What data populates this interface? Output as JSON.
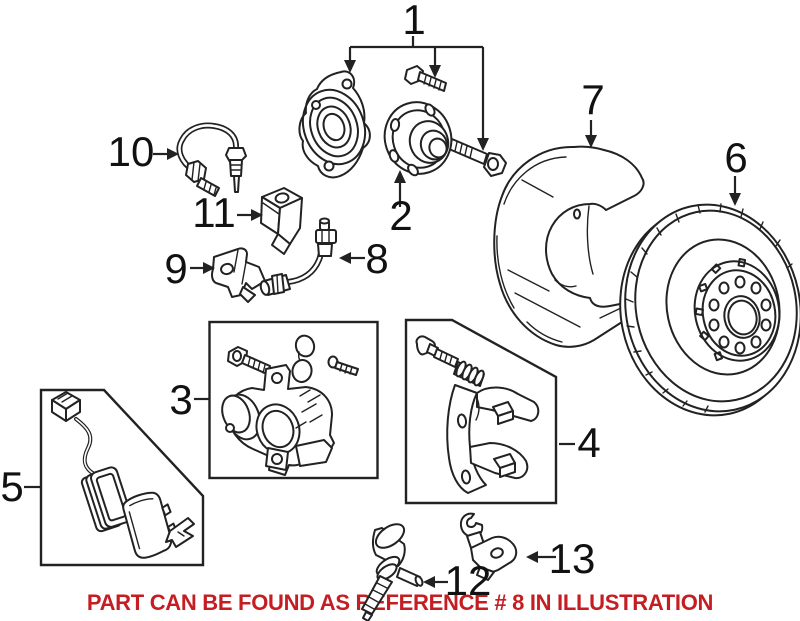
{
  "diagram": {
    "background_color": "#ffffff",
    "line_color": "#222222",
    "parts": [
      {
        "id": 1,
        "label": "1"
      },
      {
        "id": 2,
        "label": "2"
      },
      {
        "id": 3,
        "label": "3"
      },
      {
        "id": 4,
        "label": "4"
      },
      {
        "id": 5,
        "label": "5"
      },
      {
        "id": 6,
        "label": "6"
      },
      {
        "id": 7,
        "label": "7"
      },
      {
        "id": 8,
        "label": "8"
      },
      {
        "id": 9,
        "label": "9"
      },
      {
        "id": 10,
        "label": "10"
      },
      {
        "id": 11,
        "label": "11"
      },
      {
        "id": 12,
        "label": "12"
      },
      {
        "id": 13,
        "label": "13"
      }
    ],
    "caption": {
      "text": "PART CAN BE FOUND AS REFERENCE # 8 IN ILLUSTRATION",
      "color": "#c41e23"
    }
  }
}
